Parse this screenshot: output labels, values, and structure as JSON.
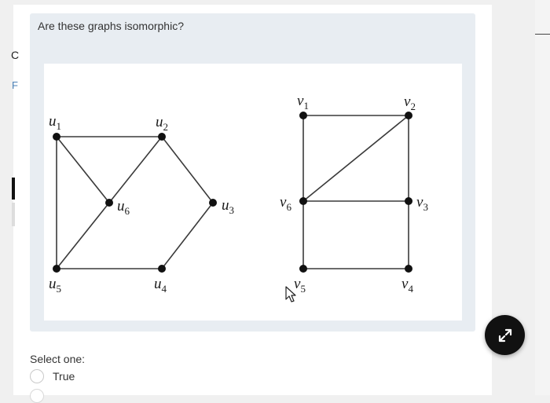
{
  "question": {
    "text": "Are these graphs isomorphic?"
  },
  "graph_u": {
    "vertices": [
      {
        "name": "u1",
        "base": "u",
        "sub": "1"
      },
      {
        "name": "u2",
        "base": "u",
        "sub": "2"
      },
      {
        "name": "u3",
        "base": "u",
        "sub": "3"
      },
      {
        "name": "u4",
        "base": "u",
        "sub": "4"
      },
      {
        "name": "u5",
        "base": "u",
        "sub": "5"
      },
      {
        "name": "u6",
        "base": "u",
        "sub": "6"
      }
    ],
    "edges": [
      [
        "u1",
        "u2"
      ],
      [
        "u2",
        "u3"
      ],
      [
        "u3",
        "u4"
      ],
      [
        "u4",
        "u5"
      ],
      [
        "u5",
        "u1"
      ],
      [
        "u1",
        "u6"
      ],
      [
        "u2",
        "u6"
      ],
      [
        "u5",
        "u6"
      ]
    ]
  },
  "graph_v": {
    "vertices": [
      {
        "name": "v1",
        "base": "v",
        "sub": "1"
      },
      {
        "name": "v2",
        "base": "v",
        "sub": "2"
      },
      {
        "name": "v3",
        "base": "v",
        "sub": "3"
      },
      {
        "name": "v4",
        "base": "v",
        "sub": "4"
      },
      {
        "name": "v5",
        "base": "v",
        "sub": "5"
      },
      {
        "name": "v6",
        "base": "v",
        "sub": "6"
      }
    ],
    "edges": [
      [
        "v1",
        "v2"
      ],
      [
        "v2",
        "v3"
      ],
      [
        "v3",
        "v4"
      ],
      [
        "v4",
        "v5"
      ],
      [
        "v5",
        "v6"
      ],
      [
        "v6",
        "v1"
      ],
      [
        "v6",
        "v2"
      ],
      [
        "v6",
        "v3"
      ]
    ]
  },
  "answer": {
    "prompt": "Select one:",
    "options": [
      {
        "label": "True",
        "selected": false
      }
    ]
  },
  "expand_button": {
    "icon": "expand-icon"
  },
  "right_panel": {
    "c_text": "C",
    "f_text": "F"
  },
  "colors": {
    "question_bg": "#e8edf2",
    "button_bg": "#111111",
    "link": "#4a7fb5"
  }
}
